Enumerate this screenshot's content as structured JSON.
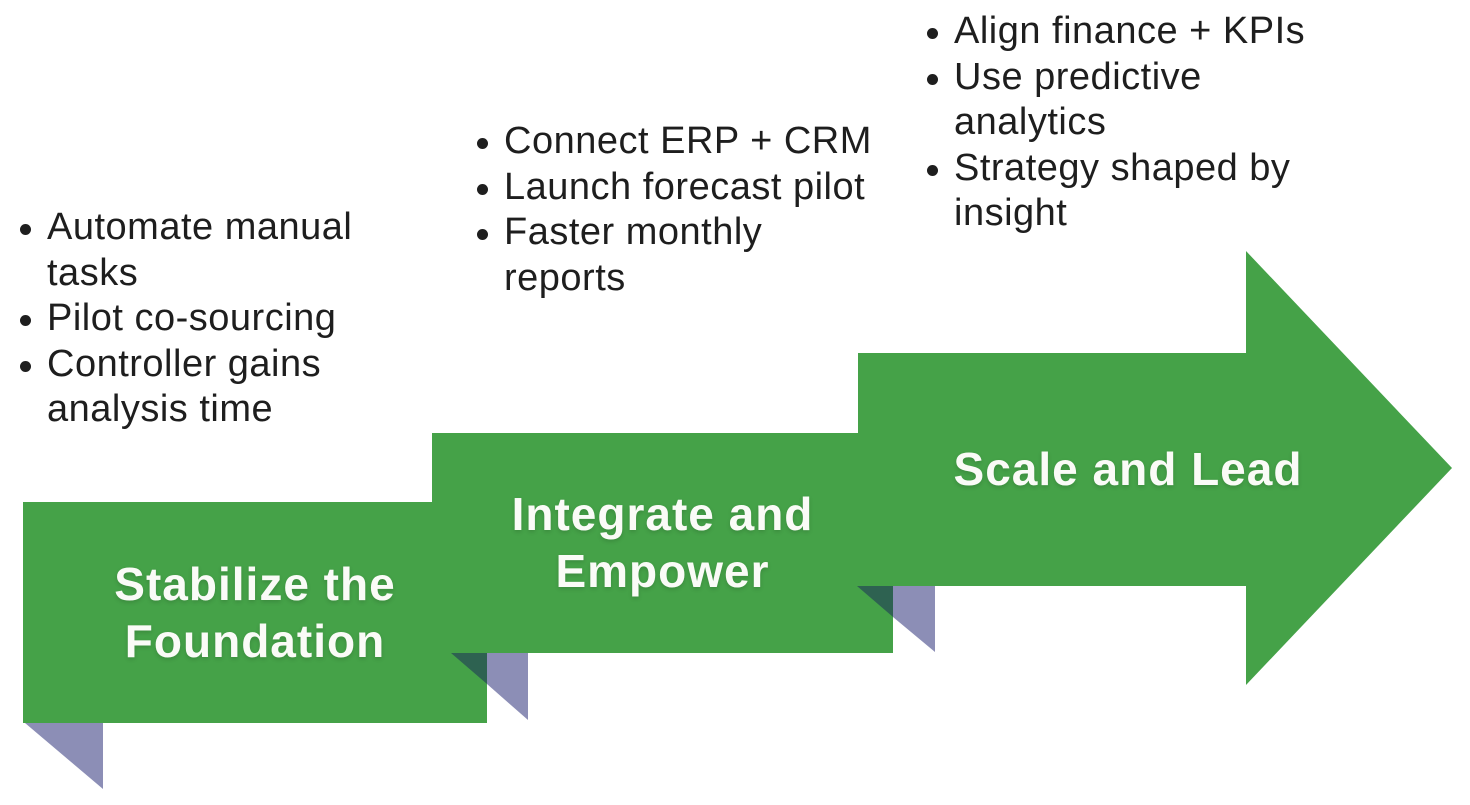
{
  "graphic": {
    "type": "process-arrow-roadmap",
    "colors": {
      "arrow_green": "#45a248",
      "fold_shadow_teal": "#2e6251",
      "fold_purple": "#8c8eb6",
      "title_text": "#fafbf7",
      "bullet_text": "#1e1e1e",
      "background": "#ffffff"
    },
    "stages": [
      {
        "title": "Stabilize the\nFoundation",
        "bullets": [
          "Automate manual\ntasks",
          "Pilot co-sourcing",
          "Controller gains\nanalysis time"
        ]
      },
      {
        "title": "Integrate and\nEmpower",
        "bullets": [
          "Connect ERP + CRM",
          "Launch forecast pilot",
          "Faster monthly\nreports"
        ]
      },
      {
        "title": "Scale and Lead",
        "bullets": [
          "Align finance + KPIs",
          "Use predictive\nanalytics",
          "Strategy shaped by\ninsight"
        ]
      }
    ]
  }
}
